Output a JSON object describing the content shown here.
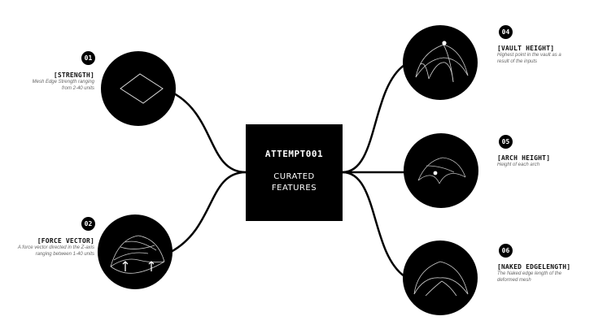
{
  "center": {
    "title": "ATTEMPT001",
    "subtitle": "CURATED FEATURES"
  },
  "features": [
    {
      "number": "01",
      "title": "[STRENGTH]",
      "description": "Mesh Edge Strength ranging from 2-40 units"
    },
    {
      "number": "02",
      "title": "[FORCE VECTOR]",
      "description": "A force vector directed in the Z-axis ranging between 1-40 units"
    },
    {
      "number": "04",
      "title": "[VAULT HEIGHT]",
      "description": "Highest point in the vault as a result of the inputs"
    },
    {
      "number": "05",
      "title": "[ARCH HEIGHT]",
      "description": "Height of each arch"
    },
    {
      "number": "06",
      "title": "[NAKED EDGELENGTH]",
      "description": "The Naked edge length of the deformed mesh"
    }
  ]
}
